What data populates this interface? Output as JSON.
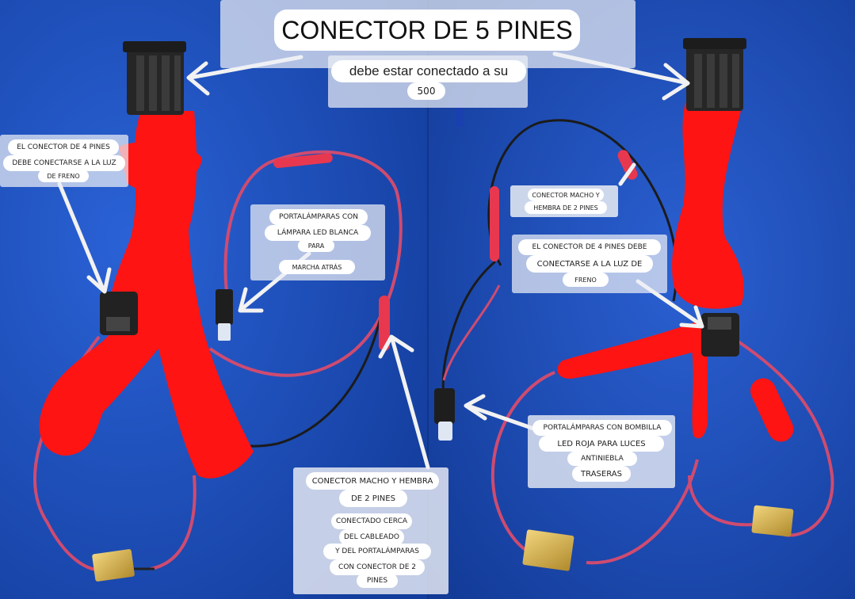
{
  "title": "CONECTOR DE 5 PINES",
  "subtitle": [
    "debe estar conectado a su",
    "500"
  ],
  "labels": {
    "left_four_pin": [
      "EL CONECTOR DE 4 PINES",
      "DEBE CONECTARSE A LA LUZ",
      "DE FRENO"
    ],
    "left_lamp_holder": [
      "PORTALÁMPARAS CON",
      "LÁMPARA LED BLANCA",
      "PARA",
      "MARCHA ATRÁS"
    ],
    "bottom_connector": [
      "CONECTOR MACHO Y HEMBRA",
      "DE 2 PINES",
      "CONECTADO CERCA",
      "DEL CABLEADO",
      "Y DEL PORTALÁMPARAS",
      "CON CONECTOR DE 2",
      "PINES"
    ],
    "right_two_pin": [
      "CONECTOR MACHO Y",
      "HEMBRA DE 2 PINES"
    ],
    "right_four_pin": [
      "EL CONECTOR DE 4 PINES DEBE",
      "CONECTARSE A LA LUZ DE",
      "FRENO"
    ],
    "right_lamp_holder": [
      "PORTALÁMPARAS CON BOMBILLA",
      "LED ROJA PARA LUCES",
      "ANTINIEBLA",
      "TRASERAS"
    ]
  },
  "colors": {
    "background": "#1f4fc0",
    "overpaint": "#ff1414",
    "wire": "#d24a6e",
    "heatshrink": "#e8384f",
    "connector": "#2a2a2a",
    "resistor": "#d8b24a"
  }
}
